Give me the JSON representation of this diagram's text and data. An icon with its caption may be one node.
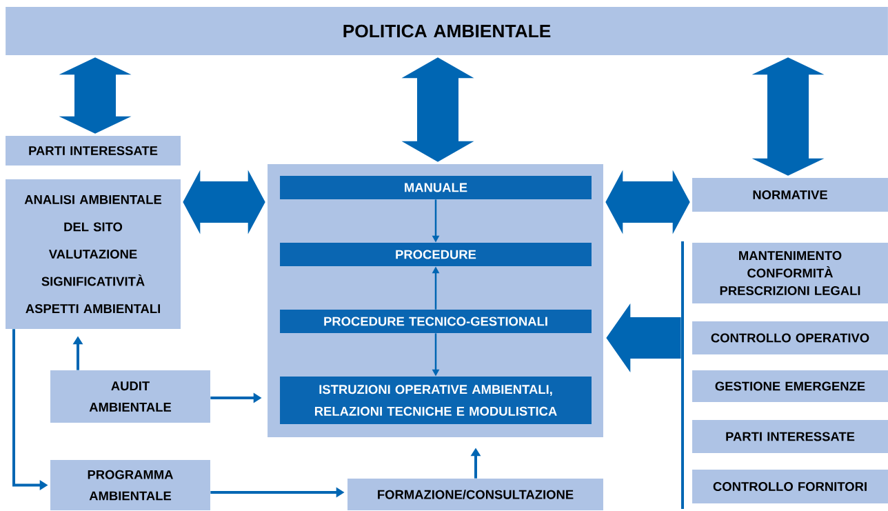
{
  "diagram": {
    "nodes": [
      {
        "text": [
          "POLITICA AMBIENTALE"
        ]
      },
      {
        "text": [
          "PARTI INTERESSATE"
        ]
      },
      {
        "text": [
          "ANALISI AMBIENTALE DEL SITO",
          "VALUTAZIONE SIGNIFICATIVITÀ ASPETTI AMBIENTALI"
        ]
      },
      {
        "text": [],
        "shape": "box"
      },
      {
        "text": [
          "MANUALE"
        ],
        "in": 3
      },
      {
        "text": [
          "PROCEDURE"
        ],
        "in": 3
      },
      {
        "text": [
          "PROCEDURE TECNICO-GESTIONALI"
        ],
        "in": 3
      },
      {
        "text": [
          "ISTRUZIONI OPERATIVE AMBIENTALI, RELAZIONI TECNICHE E MODULISTICA"
        ],
        "in": 3
      },
      {
        "text": [
          "NORMATIVE"
        ]
      },
      {
        "text": [
          "MANTENIMENTO CONFORMITÀ PRESCRIZIONI LEGALI"
        ]
      },
      {
        "text": [
          "CONTROLLO OPERATIVO"
        ]
      },
      {
        "text": [
          "GESTIONE EMERGENZE"
        ]
      },
      {
        "text": [
          "PARTI INTERESSATE"
        ]
      },
      {
        "text": [
          "CONTROLLO FORNITORI"
        ]
      },
      {
        "text": [
          "AUDIT AMBIENTALE"
        ]
      },
      {
        "text": [
          "PROGRAMMA AMBIENTALE"
        ]
      },
      {
        "text": [
          "FORMAZIONE/CONSULTAZIONE"
        ]
      },
      {
        "text": [],
        "shape": "bar"
      }
    ],
    "edges": [
      {
        "from": 0,
        "to": 1,
        "arrow": "both",
        "style": "thick"
      },
      {
        "from": 0,
        "to": 3,
        "arrow": "both",
        "style": "thick"
      },
      {
        "from": 0,
        "to": 8,
        "arrow": "both",
        "style": "thick"
      },
      {
        "from": 2,
        "to": 3,
        "arrow": "both",
        "style": "thick"
      },
      {
        "from": 3,
        "to": 8,
        "arrow": "both",
        "style": "thick"
      },
      {
        "from": 17,
        "to": 3,
        "arrow": "to",
        "style": "thick"
      },
      {
        "from": 4,
        "to": 5,
        "arrow": "to"
      },
      {
        "from": 6,
        "to": 5,
        "arrow": "to"
      },
      {
        "from": 6,
        "to": 7,
        "arrow": "to"
      },
      {
        "from": 14,
        "to": 2,
        "arrow": "to"
      },
      {
        "from": 14,
        "to": 3,
        "arrow": "to"
      },
      {
        "from": 2,
        "to": 15,
        "arrow": "to"
      },
      {
        "from": 15,
        "to": 16,
        "arrow": "to"
      },
      {
        "from": 16,
        "to": 3,
        "arrow": "to"
      }
    ]
  }
}
